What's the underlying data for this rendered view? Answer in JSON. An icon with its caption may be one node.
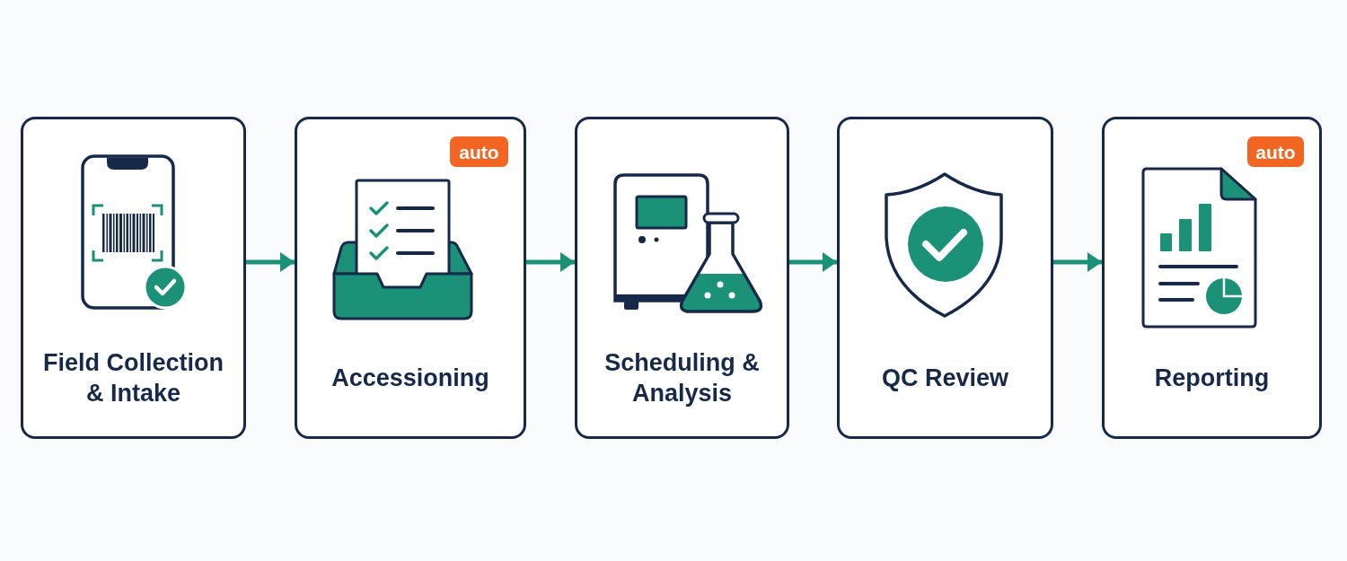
{
  "diagram": {
    "nodes": [
      {
        "text": [
          "Field Collection & Intake"
        ]
      },
      {
        "text": [
          "Accessioning"
        ]
      },
      {
        "text": [
          "auto"
        ],
        "in": 1
      },
      {
        "text": [
          "Scheduling & Analysis"
        ]
      },
      {
        "text": [
          "QC Review"
        ]
      },
      {
        "text": [
          "Reporting"
        ]
      },
      {
        "text": [
          "auto"
        ],
        "in": 5
      }
    ],
    "edges": [
      {
        "from": 0,
        "to": 1,
        "arrow": "to"
      },
      {
        "from": 1,
        "to": 3,
        "arrow": "to"
      },
      {
        "from": 3,
        "to": 4,
        "arrow": "to"
      },
      {
        "from": 4,
        "to": 5,
        "arrow": "to"
      }
    ]
  }
}
